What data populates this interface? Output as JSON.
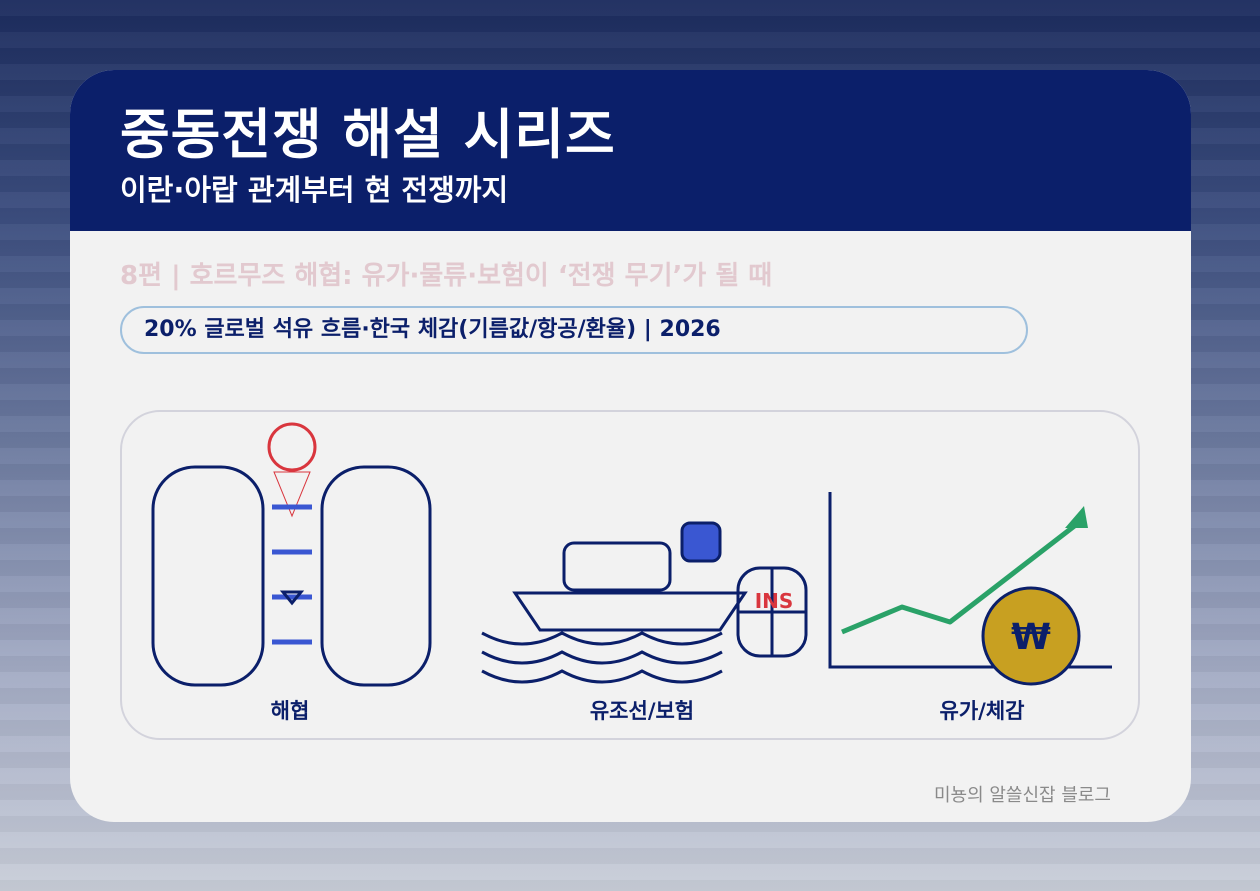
{
  "header": {
    "title": "중동전쟁 해설 시리즈",
    "subtitle": "이란·아랍 관계부터 현 전쟁까지"
  },
  "episode_line": "8편 | 호르무즈 해협: 유가·물류·보험이 ‘전쟁 무기’가 될 때",
  "tag_line": "20% 글로벌 석유 흐름·한국 체감(기름값/항공/환율) | 2026",
  "panels": {
    "strait_label": "해협",
    "tanker_label": "유조선/보험",
    "price_label": "유가/체감",
    "insurance_mark": "INS",
    "currency_symbol": "₩"
  },
  "footer": {
    "blog_name": "미뇽의 알쓸신잡 블로그"
  },
  "colors": {
    "navy": "#0b1f6a",
    "header_blue": "#0b1f6a",
    "accent_red": "#d9363e",
    "accent_green": "#2aa268",
    "lane_blue": "#3a57d2",
    "coin_gold": "#c8a021",
    "pill_border": "#9fc0dd",
    "episode_pink": "#e2c9cf"
  },
  "icons": [
    "target-circle-icon",
    "down-triangle-icon",
    "ship-icon",
    "waves-icon",
    "insurance-shield-icon",
    "trend-arrow-icon",
    "won-coin-icon"
  ]
}
